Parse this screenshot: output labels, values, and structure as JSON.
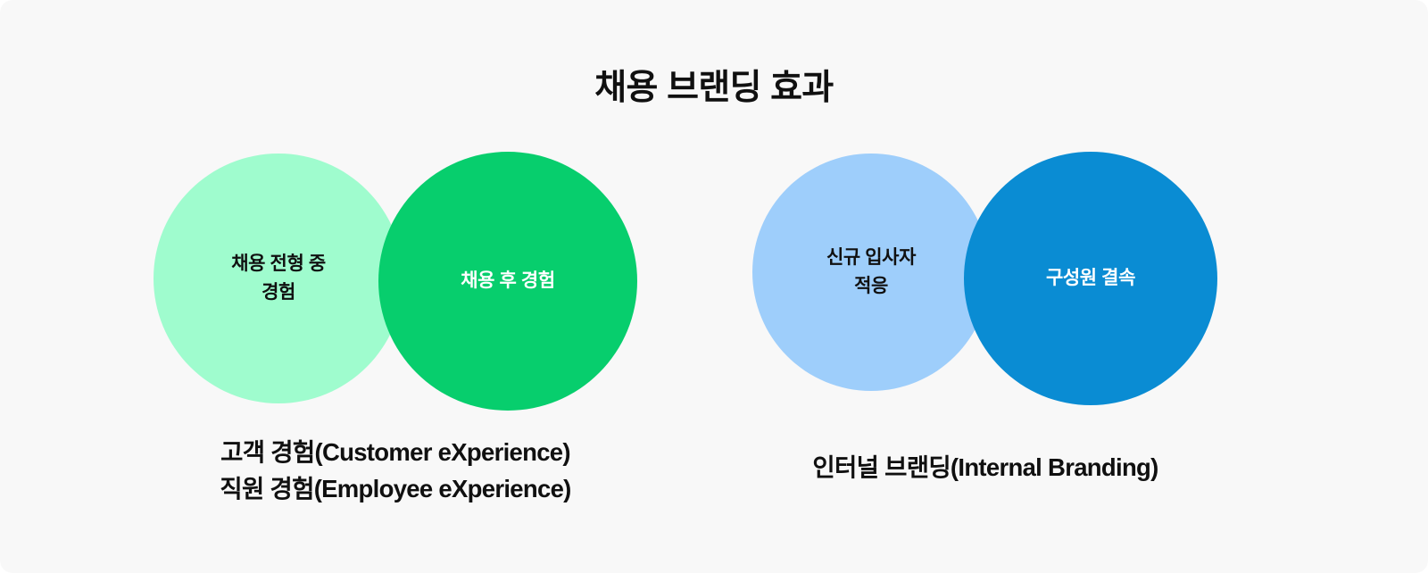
{
  "page": {
    "title": "채용 브랜딩 효과",
    "background_color": "#F8F8F8",
    "text_color": "#101010"
  },
  "colors": {
    "green_light": "#9FFCCE",
    "green_solid": "#07CE6D",
    "blue_light": "#9ECEFB",
    "blue_solid": "#0A8CD3",
    "label_dark": "#101010",
    "label_light": "#FFFFFF"
  },
  "diagram": {
    "type": "venn",
    "groups": [
      {
        "id": "candidate-employee-experience",
        "circles": [
          {
            "id": "recruiting-process-experience",
            "label": "채용 전형 중\n경험",
            "fill": "#9FFCCE",
            "text_color": "#101010"
          },
          {
            "id": "post-hire-experience",
            "label": "채용 후 경험",
            "fill": "#07CE6D",
            "text_color": "#FFFFFF"
          }
        ],
        "caption": "고객 경험(Customer eXperience)\n직원 경험(Employee eXperience)"
      },
      {
        "id": "internal-branding",
        "circles": [
          {
            "id": "new-hire-adaptation",
            "label": "신규 입사자\n적응",
            "fill": "#9ECEFB",
            "text_color": "#101010"
          },
          {
            "id": "member-cohesion",
            "label": "구성원 결속",
            "fill": "#0A8CD3",
            "text_color": "#FFFFFF"
          }
        ],
        "caption": "인터널 브랜딩(Internal Branding)"
      }
    ]
  }
}
